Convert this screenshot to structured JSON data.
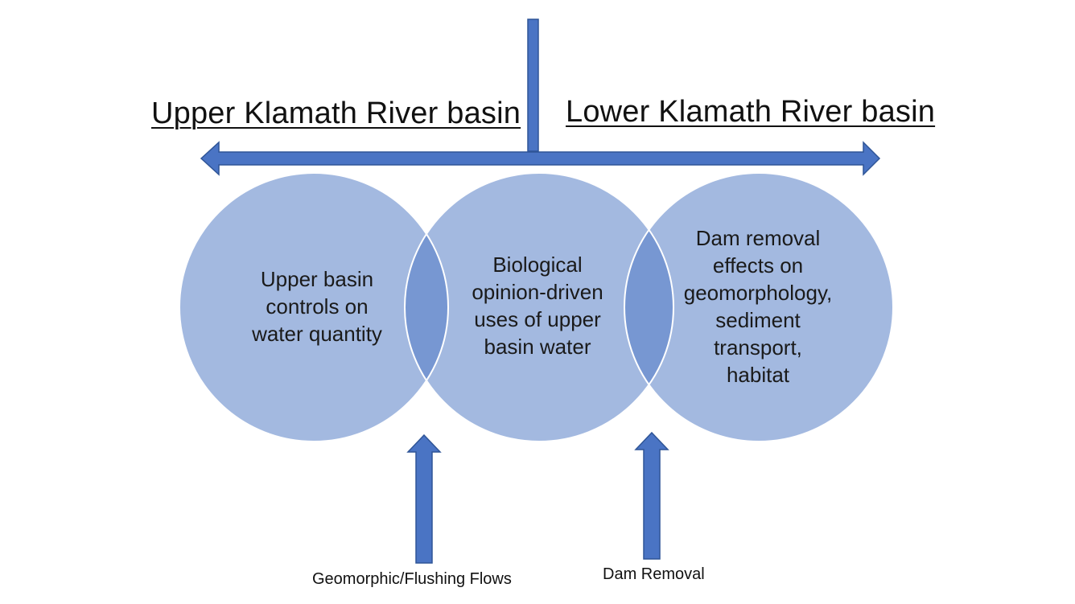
{
  "headers": {
    "upper": "Upper Klamath River basin",
    "lower": "Lower Klamath River basin"
  },
  "circles": [
    {
      "lines": [
        "Upper basin",
        "controls on",
        "water quantity"
      ]
    },
    {
      "lines": [
        "Biological",
        "opinion-driven",
        "uses of upper",
        "basin water"
      ]
    },
    {
      "lines": [
        "Dam removal",
        "effects on",
        "geomorphology,",
        "sediment",
        "transport,",
        "habitat"
      ]
    }
  ],
  "inputs": {
    "flows": "Geomorphic/Flushing Flows",
    "dam": "Dam Removal"
  },
  "colors": {
    "circle_fill": "#a3b9e0",
    "overlap_fill": "#7797d2",
    "arrow_fill": "#4a74c4",
    "arrow_stroke": "#2f5597"
  }
}
